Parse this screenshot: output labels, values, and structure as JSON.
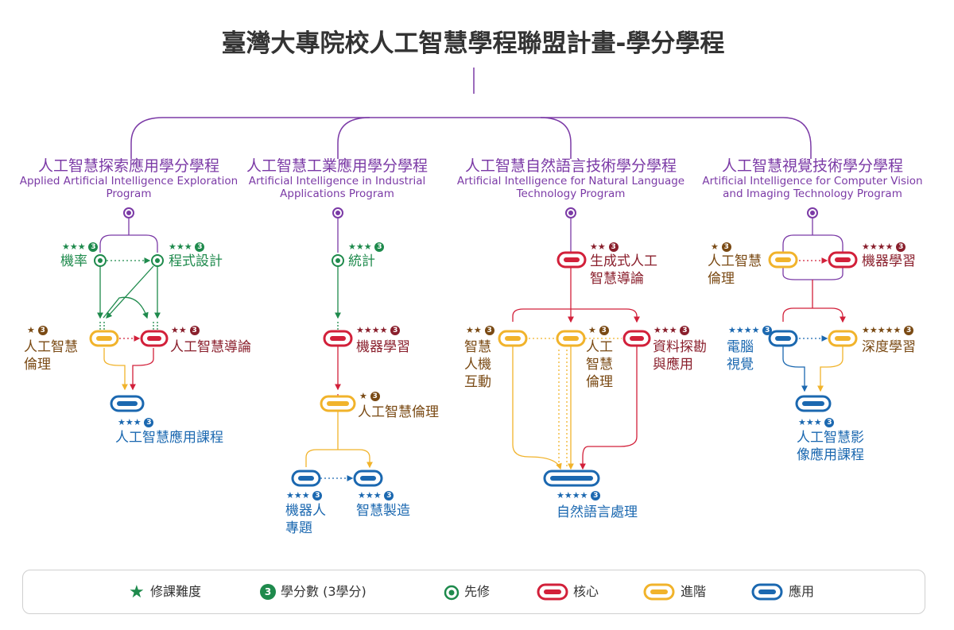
{
  "title": "臺灣大專院校人工智慧學程聯盟計畫-學分學程",
  "programs": [
    {
      "zh": "人工智慧探索應用學分學程",
      "en": "Applied Artificial Intelligence Exploration Program"
    },
    {
      "zh": "人工智慧工業應用學分學程",
      "en": "Artificial Intelligence in Industrial Applications Program"
    },
    {
      "zh": "人工智慧自然語言技術學分學程",
      "en": "Artificial Intelligence for Natural Language Technology Program"
    },
    {
      "zh": "人工智慧視覺技術學分學程",
      "en": "Artificial Intelligence for Computer Vision and Imaging Technology Program"
    }
  ],
  "courses": {
    "p1_jilu": {
      "name": "機率",
      "stars": "★★★",
      "credits": "3"
    },
    "p1_chengshi": {
      "name": "程式設計",
      "stars": "★★★",
      "credits": "3"
    },
    "p1_lunli": {
      "name": "人工智慧倫理",
      "stars": "★",
      "credits": "3"
    },
    "p1_daolun": {
      "name": "人工智慧導論",
      "stars": "★★",
      "credits": "3"
    },
    "p1_yingyong": {
      "name": "人工智慧應用課程",
      "stars": "★★★",
      "credits": "3"
    },
    "p2_tongji": {
      "name": "統計",
      "stars": "★★★",
      "credits": "3"
    },
    "p2_jiqi": {
      "name": "機器學習",
      "stars": "★★★★",
      "credits": "3"
    },
    "p2_lunli": {
      "name": "人工智慧倫理",
      "stars": "★",
      "credits": "3"
    },
    "p2_zhuanti": {
      "name": "機器人專題",
      "stars": "★★★",
      "credits": "3"
    },
    "p2_zhizao": {
      "name": "智慧製造",
      "stars": "★★★",
      "credits": "3"
    },
    "p3_shengcheng": {
      "name": "生成式人工智慧導論",
      "stars": "★★",
      "credits": "3"
    },
    "p3_hudong": {
      "name": "智慧人機互動",
      "stars": "★★",
      "credits": "3"
    },
    "p3_lunli": {
      "name": "人工智慧倫理",
      "stars": "★",
      "credits": "3"
    },
    "p3_tankan": {
      "name": "資料探勘與應用",
      "stars": "★★★",
      "credits": "3"
    },
    "p3_nlp": {
      "name": "自然語言處理",
      "stars": "★★★★",
      "credits": "3"
    },
    "p4_lunli": {
      "name": "人工智慧倫理",
      "stars": "★",
      "credits": "3"
    },
    "p4_jiqi": {
      "name": "機器學習",
      "stars": "★★★★",
      "credits": "3"
    },
    "p4_diannao": {
      "name": "電腦視覺",
      "stars": "★★★★",
      "credits": "3"
    },
    "p4_shendu": {
      "name": "深度學習",
      "stars": "★★★★★",
      "credits": "3"
    },
    "p4_yingxiang": {
      "name": "人工智慧影像應用課程",
      "stars": "★★★",
      "credits": "3"
    }
  },
  "legend": {
    "difficulty": "修課難度",
    "credits_digit": "3",
    "credits": "學分數 (3學分)",
    "prereq": "先修",
    "core": "核心",
    "advanced": "進階",
    "applied": "應用"
  },
  "colors": {
    "purple": "#7b3aa6",
    "green": "#1e8a4c",
    "red": "#d2203a",
    "yellow": "#f1b32b",
    "blue": "#1b68b0",
    "dark_red_text": "#8a1f2c",
    "brown_text": "#7a4a14"
  },
  "icons": {
    "difficulty": "star-icon",
    "credits": "credit-circle-icon",
    "prereq": "target-dot-icon",
    "core": "red-pill-icon",
    "advanced": "yellow-pill-icon",
    "applied": "blue-pill-icon"
  }
}
